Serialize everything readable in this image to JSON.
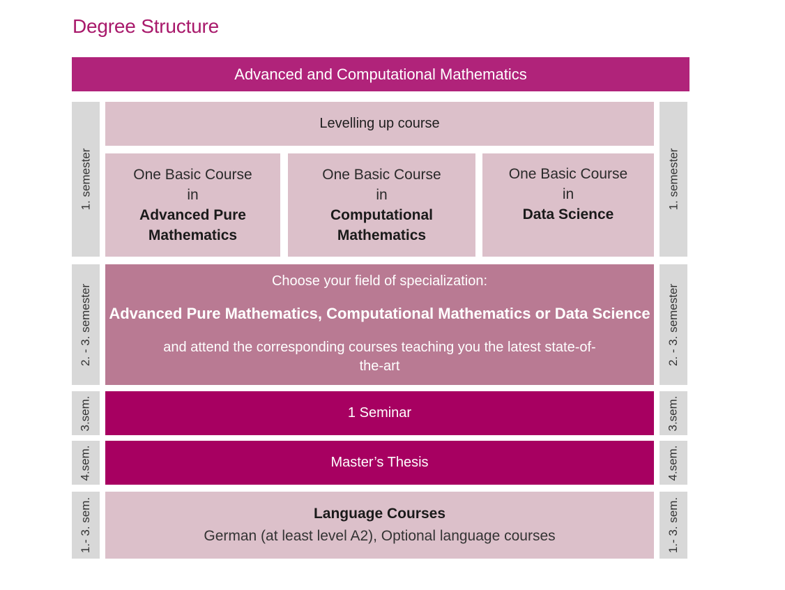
{
  "title": "Degree Structure",
  "program": "Advanced and Computational Mathematics",
  "rows": {
    "sem1": {
      "side_label": "1. semester",
      "levelling": "Levelling up course",
      "courses": [
        {
          "line1": "One Basic Course",
          "line2": "in",
          "subject": "Advanced Pure Mathematics"
        },
        {
          "line1": "One Basic Course",
          "line2": "in",
          "subject": "Computational Mathematics"
        },
        {
          "line1": "One Basic Course",
          "line2": "in",
          "subject": "Data Science"
        }
      ]
    },
    "sem23": {
      "side_label": "2. - 3. semester",
      "intro": "Choose your field of specialization:",
      "fields": "Advanced Pure Mathematics, Computational Mathematics or Data Science",
      "note": "and attend the corresponding courses teaching you the latest state-of-the-art"
    },
    "sem3": {
      "side_label": "3.sem.",
      "label": "1 Seminar"
    },
    "sem4": {
      "side_label": "4.sem.",
      "label": "Master’s Thesis"
    },
    "lang": {
      "side_label": "1.- 3. sem.",
      "title": "Language Courses",
      "subtitle": "German (at least level A2), Optional language courses"
    }
  },
  "colors": {
    "heading": "#a8196b",
    "banner": "#b0237a",
    "pale": "#dcc0ca",
    "specialization": "#b97a93",
    "dark": "#a70061",
    "side": "#d8d8d8"
  }
}
